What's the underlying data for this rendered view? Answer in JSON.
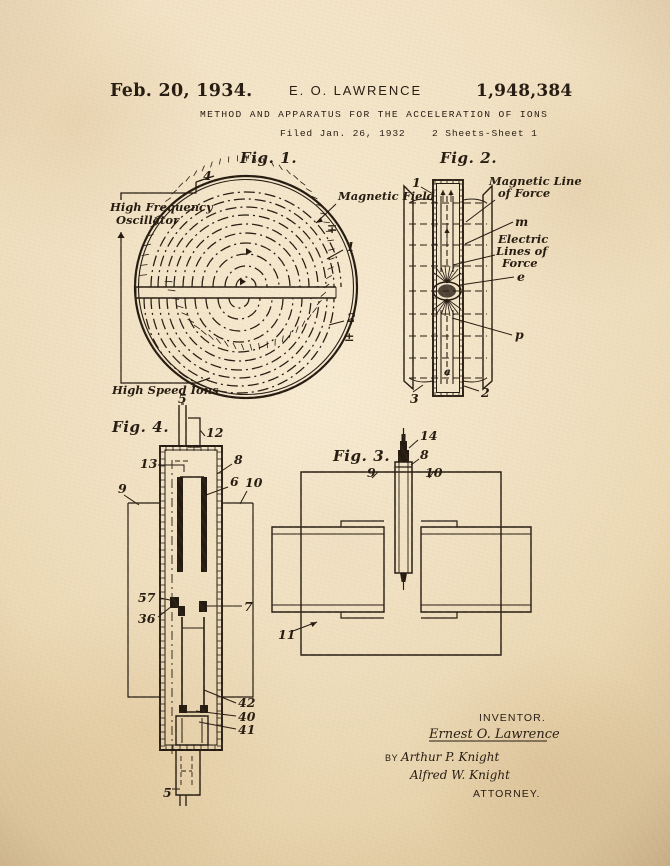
{
  "document": {
    "type": "patent-drawing",
    "header": {
      "date": "Feb. 20, 1934.",
      "inventor_name": "E. O. LAWRENCE",
      "patent_number": "1,948,384",
      "title": "METHOD AND APPARATUS FOR THE ACCELERATION OF IONS",
      "filed": "Filed Jan. 26, 1932",
      "sheet": "2 Sheets-Sheet  1"
    },
    "colors": {
      "paper": "#efdcba",
      "ink": "#241a10",
      "paper_light": "#f3e3c5",
      "paper_dark": "#e7d3ac"
    },
    "figures": [
      {
        "id": "fig1",
        "label": "Fig. 1.",
        "caption_labels": [
          {
            "text": "High Frequency",
            "ref": "hf-oscillator-line1"
          },
          {
            "text": "Oscillator",
            "ref": "hf-oscillator-line2"
          },
          {
            "text": "High Speed Ions",
            "ref": "high-speed-ions"
          },
          {
            "text": "Magnetic Field",
            "ref": "magnetic-field"
          }
        ],
        "ref_numbers": [
          "4",
          "1",
          "2"
        ],
        "polarity": [
          "∓",
          "±"
        ]
      },
      {
        "id": "fig2",
        "label": "Fig. 2.",
        "caption_labels": [
          {
            "text": "Magnetic Line",
            "ref": "magnetic-line-1"
          },
          {
            "text": "of Force",
            "ref": "magnetic-line-2"
          },
          {
            "text": "Electric",
            "ref": "electric-lines-1"
          },
          {
            "text": "Lines of",
            "ref": "electric-lines-2"
          },
          {
            "text": "Force",
            "ref": "electric-lines-3"
          }
        ],
        "ref_numbers": [
          "1",
          "2",
          "3"
        ],
        "ref_letters": [
          "m",
          "e",
          "p",
          "a"
        ]
      },
      {
        "id": "fig3",
        "label": "Fig. 3.",
        "ref_numbers": [
          "14",
          "8",
          "9",
          "10",
          "11"
        ]
      },
      {
        "id": "fig4",
        "label": "Fig. 4.",
        "ref_numbers": [
          "5",
          "12",
          "13",
          "8",
          "6",
          "9",
          "10",
          "57",
          "36",
          "7",
          "42",
          "40",
          "41",
          "5"
        ]
      }
    ],
    "signature_block": {
      "inventor_caption": "INVENTOR.",
      "inventor_signature": "Ernest O. Lawrence",
      "by_label": "BY",
      "attorney_signature_1": "Arthur P. Knight",
      "attorney_signature_2": "Alfred W. Knight",
      "attorney_caption": "ATTORNEY."
    }
  }
}
